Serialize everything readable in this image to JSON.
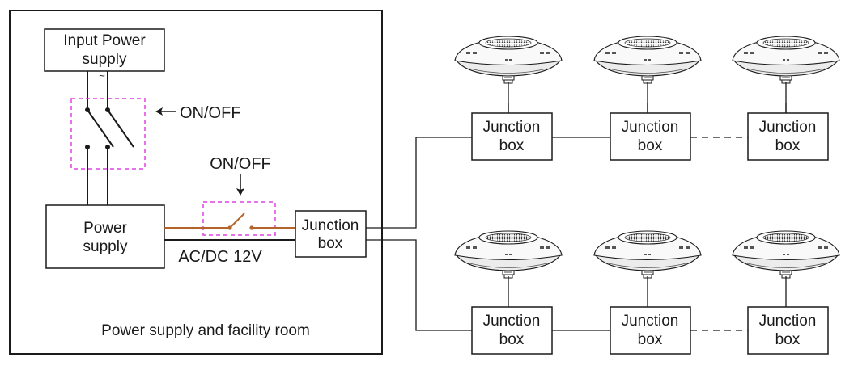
{
  "room": {
    "label": "Power supply and facility room"
  },
  "input_power": {
    "line1": "Input Power",
    "line2": "supply",
    "symbol": "~"
  },
  "main_switch": {
    "label": "ON/OFF"
  },
  "low_voltage_switch": {
    "label": "ON/OFF"
  },
  "power_supply": {
    "line1": "Power",
    "line2": "supply",
    "output_label": "AC/DC 12V"
  },
  "junction_box": {
    "line1": "Junction",
    "line2": "box"
  },
  "colors": {
    "line": "#1a1a1a",
    "switch_outline": "#e040e0",
    "live_wire": "#b5652b"
  },
  "icons": {
    "light": "pool-light-icon",
    "arrow": "arrow-icon"
  }
}
